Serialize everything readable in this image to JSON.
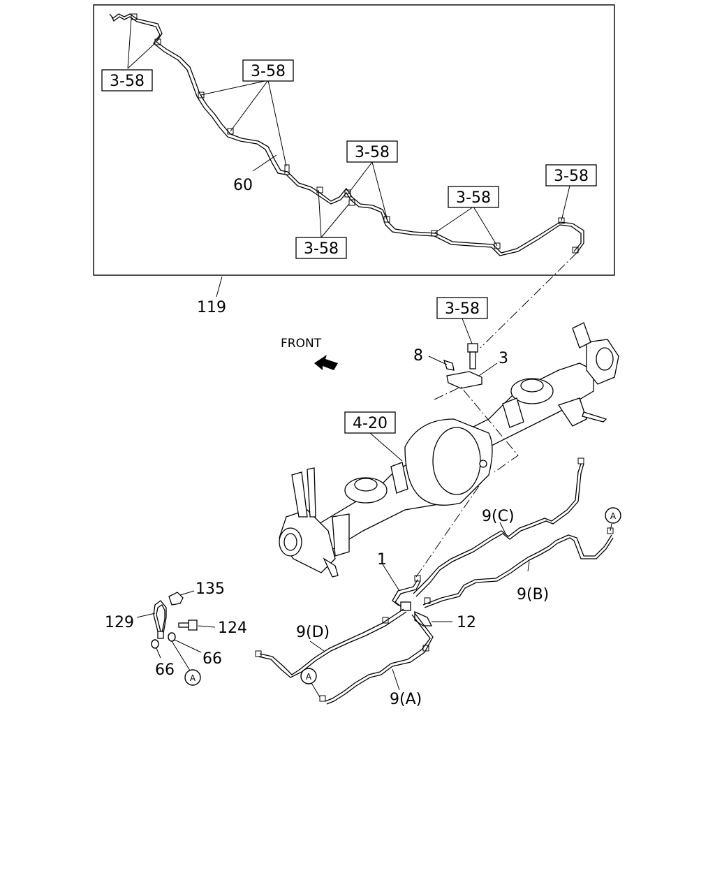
{
  "diagram": {
    "front_label": "FRONT",
    "assembly_ref": "119",
    "part_60": "60",
    "ref_3_58": "3-58",
    "ref_4_20": "4-20",
    "part_1": "1",
    "part_3": "3",
    "part_8": "8",
    "part_9a": "9(A)",
    "part_9b": "9(B)",
    "part_9c": "9(C)",
    "part_9d": "9(D)",
    "part_12": "12",
    "part_66a": "66",
    "part_66b": "66",
    "part_124": "124",
    "part_129": "129",
    "part_135": "135",
    "connector_a": "A"
  }
}
